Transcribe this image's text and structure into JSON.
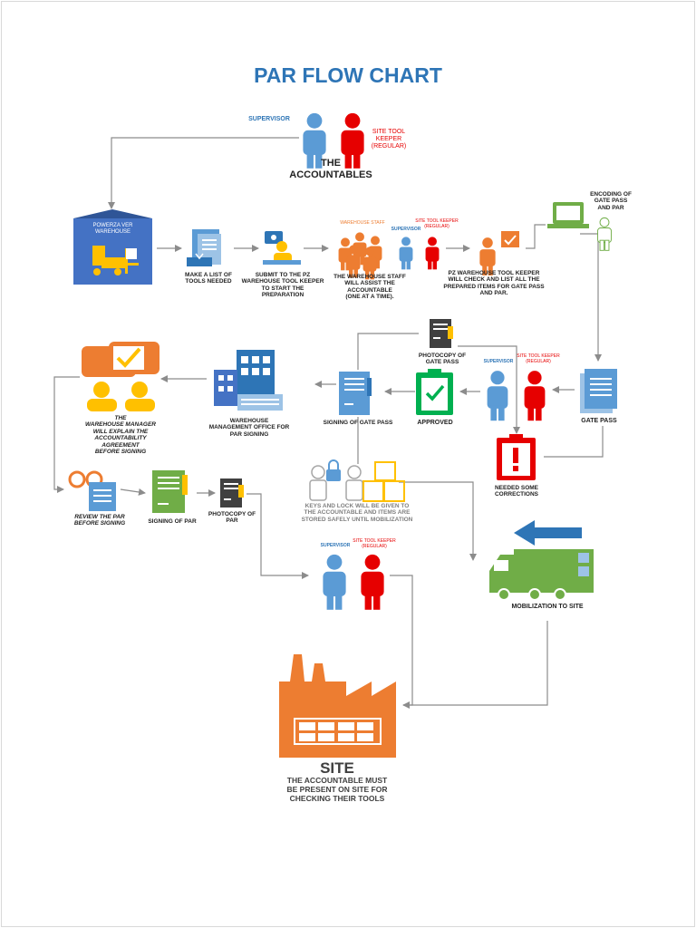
{
  "title": "PAR FLOW CHART",
  "accountables": {
    "supervisor": "SUPERVISOR",
    "site_tool_keeper_1": "SITE TOOL",
    "site_tool_keeper_2": "KEEPER",
    "site_tool_keeper_3": "(REGULAR)",
    "heading_1": "THE",
    "heading_2": "ACCOUNTABLES"
  },
  "warehouse_box": {
    "line1": "POWERZA VER",
    "line2": "WAREHOUSE"
  },
  "steps": {
    "make_list": [
      "MAKE A LIST OF",
      "TOOLS NEEDED"
    ],
    "submit": [
      "SUBMIT TO THE PZ",
      "WAREHOUSE TOOL KEEPER",
      "TO START THE",
      "PREPARATION"
    ],
    "staff_assist": [
      "THE WAREHOUSE STAFF",
      "WILL  ASSIST THE",
      "ACCOUNTABLE",
      "(ONE AT A TIME)."
    ],
    "staff_small": {
      "warehouse_staff": "WAREHOUSE STAFF",
      "supervisor": "SUPERVISOR",
      "site_tool_keeper": "SITE TOOL KEEPER",
      "regular": "(REGULAR)"
    },
    "pz_check": [
      "PZ WAREHOUSE TOOL KEEPER",
      "WILL CHECK AND LIST ALL THE",
      "PREPARED ITEMS FOR GATE PASS",
      "AND PAR."
    ],
    "encoding": [
      "ENCODING OF",
      "GATE PASS",
      "AND PAR"
    ],
    "gate_pass": "GATE PASS",
    "review_people": {
      "supervisor": "SUPERVISOR",
      "site_tool_keeper": "SITE TOOL KEEPER",
      "regular": "(REGULAR)"
    },
    "approved": "APPROVED",
    "needed_corrections": [
      "NEEDED SOME",
      "CORRECTIONS"
    ],
    "photocopy_gate_pass": [
      "PHOTOCOPY OF",
      "GATE PASS"
    ],
    "signing_gate_pass": "SIGNING OF GATE PASS",
    "wmo": [
      "WAREHOUSE",
      "MANAGEMENT OFFICE FOR",
      "PAR SIGNING"
    ],
    "manager_explain": [
      "THE",
      "WAREHOUSE MANAGER",
      "WILL EXPLAIN THE",
      "ACCOUNTABILITY",
      "AGREEMENT",
      "BEFORE SIGNING"
    ],
    "review_par": [
      "REVIEW THE PAR",
      "BEFORE SIGNING"
    ],
    "signing_par": "SIGNING OF PAR",
    "photocopy_par": [
      "PHOTOCOPY OF",
      "PAR"
    ],
    "keys_lock": [
      "KEYS AND LOCK WILL BE GIVEN TO",
      "THE ACCOUNTABLE AND ITEMS ARE",
      "STORED SAFELY UNTIL MOBILIZATION"
    ],
    "site_people": {
      "supervisor": "SUPERVISOR",
      "site_tool_keeper": "SITE TOOL KEEPER",
      "regular": "(REGULAR)"
    },
    "mobilization": "MOBILIZATION TO SITE",
    "site": "SITE",
    "site_desc": [
      "THE ACCOUNTABLE MUST",
      "BE PRESENT ON SITE FOR",
      "CHECKING THEIR TOOLS"
    ]
  },
  "colors": {
    "blue": "#2e75b6",
    "light_blue": "#5b9bd5",
    "red": "#e60000",
    "orange": "#ed7d31",
    "green": "#70ad47",
    "yellow": "#ffc000",
    "dark": "#404040",
    "connector": "#8c8c8c"
  }
}
